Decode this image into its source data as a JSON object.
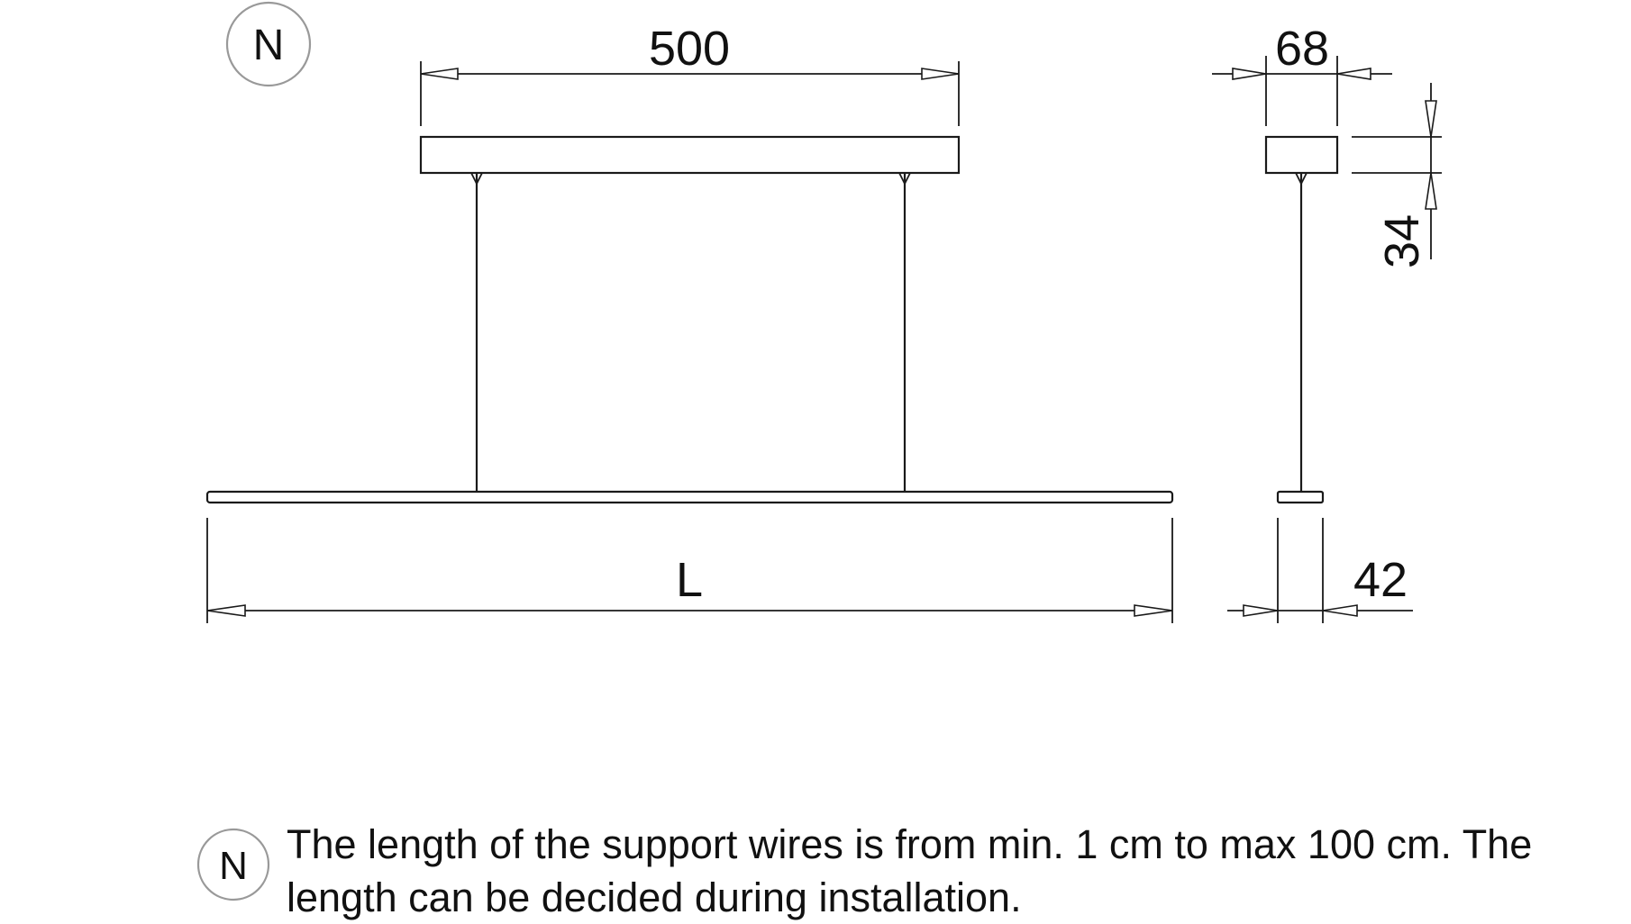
{
  "front_view": {
    "badge_label": "N",
    "top_dimension": "500",
    "bottom_dimension": "L"
  },
  "side_view": {
    "width_dimension": "68",
    "height_dimension": "34",
    "profile_dimension": "42"
  },
  "note": {
    "badge_label": "N",
    "text": "The length of the support wires is from min. 1 cm to max 100 cm. The length can be decided during installation."
  }
}
